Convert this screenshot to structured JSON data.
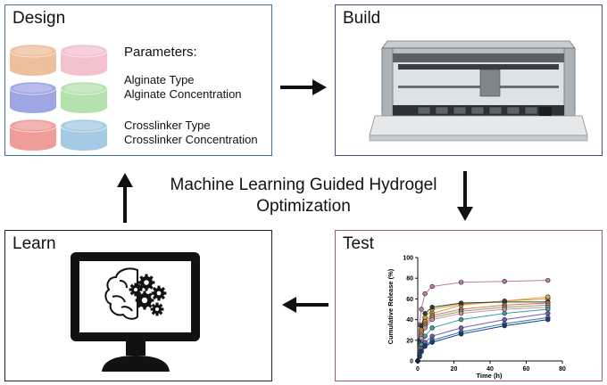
{
  "panels": {
    "design": "Design",
    "build": "Build",
    "test": "Test",
    "learn": "Learn"
  },
  "parameters": {
    "heading": "Parameters:",
    "items": [
      "Alginate Type",
      "Alginate Concentration",
      "Crosslinker Type",
      "Crosslinker Concentration"
    ]
  },
  "center_title": [
    "Machine Learning Guided Hydrogel",
    "Optimization"
  ],
  "colors": {
    "design_border": "#3f6f9a",
    "build_border": "#5b3f8a",
    "test_border": "#a35b62",
    "learn_border": "#222222",
    "gel_disks": [
      "#e9b48c",
      "#f2b6c6",
      "#8f97e0",
      "#a8dca0",
      "#ee8d88",
      "#96c2e0"
    ]
  },
  "icons": [
    "arrow-right-icon",
    "arrow-down-icon",
    "arrow-left-icon",
    "arrow-up-icon",
    "gel-disk-icon",
    "liquid-handler-robot-icon",
    "computer-monitor-icon",
    "brain-gears-icon"
  ],
  "chart_data": {
    "type": "scatter",
    "xlabel": "Time (h)",
    "ylabel": "Cumulative Release (%)",
    "xlim": [
      0,
      80
    ],
    "ylim": [
      0,
      100
    ],
    "xticks": [
      0,
      20,
      40,
      60,
      80
    ],
    "yticks": [
      0,
      20,
      40,
      60,
      80,
      100
    ],
    "x": [
      0,
      1,
      2,
      4,
      8,
      24,
      48,
      72
    ],
    "series": [
      {
        "color": "#c07aa8",
        "values": [
          0,
          35,
          50,
          65,
          72,
          76,
          77,
          78
        ]
      },
      {
        "color": "#c9a12a",
        "values": [
          0,
          18,
          30,
          42,
          50,
          55,
          58,
          60
        ]
      },
      {
        "color": "#e0a04a",
        "values": [
          0,
          16,
          28,
          38,
          46,
          54,
          58,
          62
        ]
      },
      {
        "color": "#2f3f2f",
        "values": [
          0,
          20,
          34,
          46,
          52,
          56,
          57,
          57
        ]
      },
      {
        "color": "#e06a6a",
        "values": [
          0,
          15,
          26,
          36,
          44,
          50,
          54,
          56
        ]
      },
      {
        "color": "#7ab048",
        "values": [
          0,
          14,
          24,
          34,
          42,
          48,
          52,
          54
        ]
      },
      {
        "color": "#d48ab8",
        "values": [
          0,
          12,
          22,
          32,
          40,
          46,
          50,
          52
        ]
      },
      {
        "color": "#3aa0a0",
        "values": [
          0,
          8,
          16,
          24,
          32,
          40,
          46,
          50
        ]
      },
      {
        "color": "#7a5ab0",
        "values": [
          0,
          6,
          12,
          18,
          24,
          32,
          40,
          46
        ]
      },
      {
        "color": "#2a7ac0",
        "values": [
          0,
          5,
          10,
          15,
          20,
          28,
          36,
          42
        ]
      },
      {
        "color": "#1a3a80",
        "values": [
          0,
          4,
          9,
          14,
          18,
          26,
          34,
          40
        ]
      }
    ]
  }
}
